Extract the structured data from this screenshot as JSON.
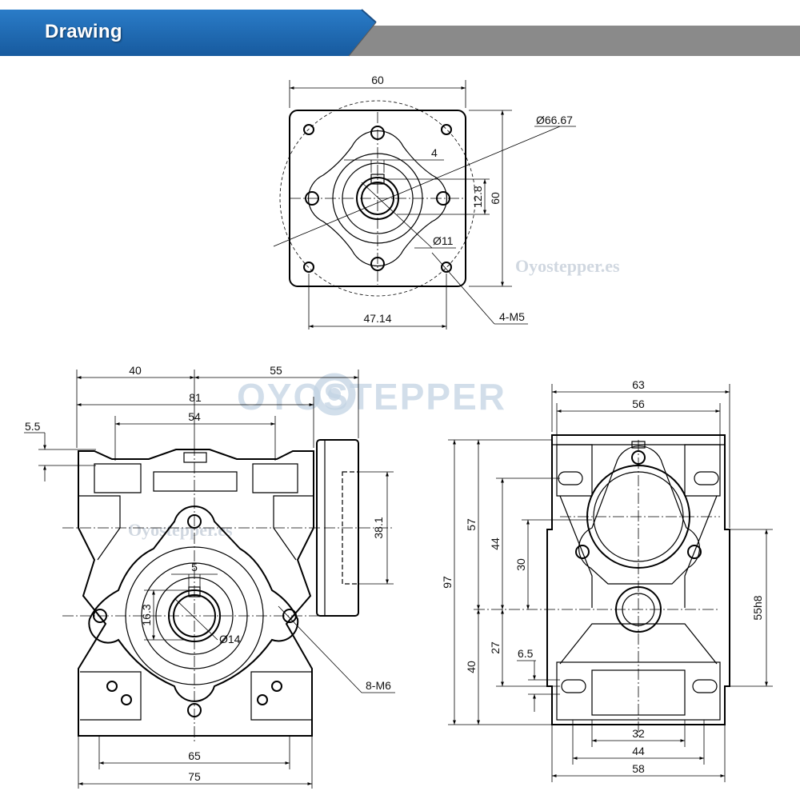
{
  "header": {
    "title": "Drawing",
    "colors": {
      "band_blue": "#1f6bb5",
      "band_gray": "#8a8a8a"
    }
  },
  "watermarks": {
    "small": "Oyostepper.es",
    "big": "OYOSTEPPER"
  },
  "top_view": {
    "dims": {
      "width": "60",
      "height": "60",
      "bolt_circle": "Ø66.67",
      "key_width": "4",
      "key_height": "12.8",
      "shaft": "Ø11",
      "holes": "4-M5",
      "hole_spacing": "47.14"
    }
  },
  "front_view": {
    "dims": {
      "left_top": "40",
      "right_top": "55",
      "overall": "81",
      "inner": "54",
      "flange": "5.5",
      "motor": "38.1",
      "key": "5",
      "key_height": "16.3",
      "bore": "Ø14",
      "holes": "8-M6",
      "base_inner": "65",
      "base_outer": "75"
    }
  },
  "side_view": {
    "dims": {
      "top_outer": "63",
      "top_inner": "56",
      "total_height": "97",
      "upper": "57",
      "mid_upper": "44",
      "center": "30",
      "lower": "40",
      "lower_mid": "27",
      "foot": "6.5",
      "flange": "55h8",
      "base_inner": "32",
      "base_mid": "44",
      "base_outer": "58"
    }
  }
}
